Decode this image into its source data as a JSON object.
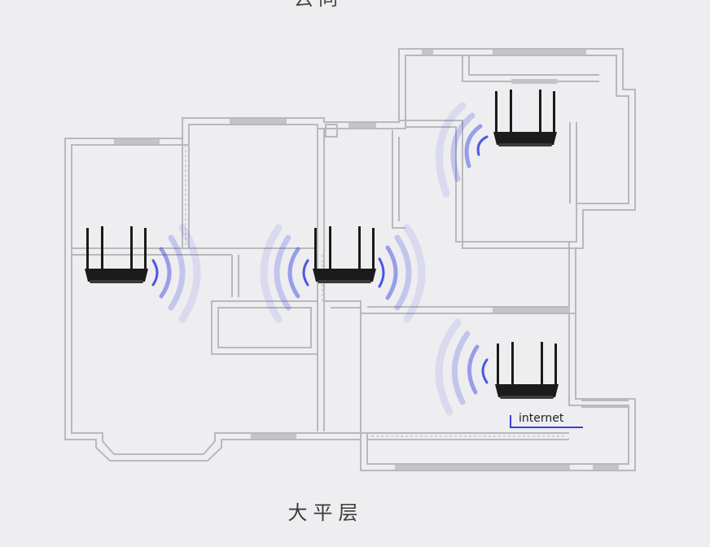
{
  "header": {
    "caption_top": "云同"
  },
  "footer": {
    "caption": "大平层"
  },
  "floorplan": {
    "internet_label": "internet",
    "wall_color": "#b9b9bc",
    "wall_fill": "#f7f7f9",
    "window_color": "#c4c4c7",
    "signal_color": "#2d3de0",
    "cable_color": "#3a40d8",
    "router_color": "#1b1b1b"
  },
  "routers": [
    {
      "name": "router-left",
      "waves": "right"
    },
    {
      "name": "router-center",
      "waves": "both"
    },
    {
      "name": "router-top-right",
      "waves": "left"
    },
    {
      "name": "router-bottom-right",
      "waves": "left"
    }
  ]
}
